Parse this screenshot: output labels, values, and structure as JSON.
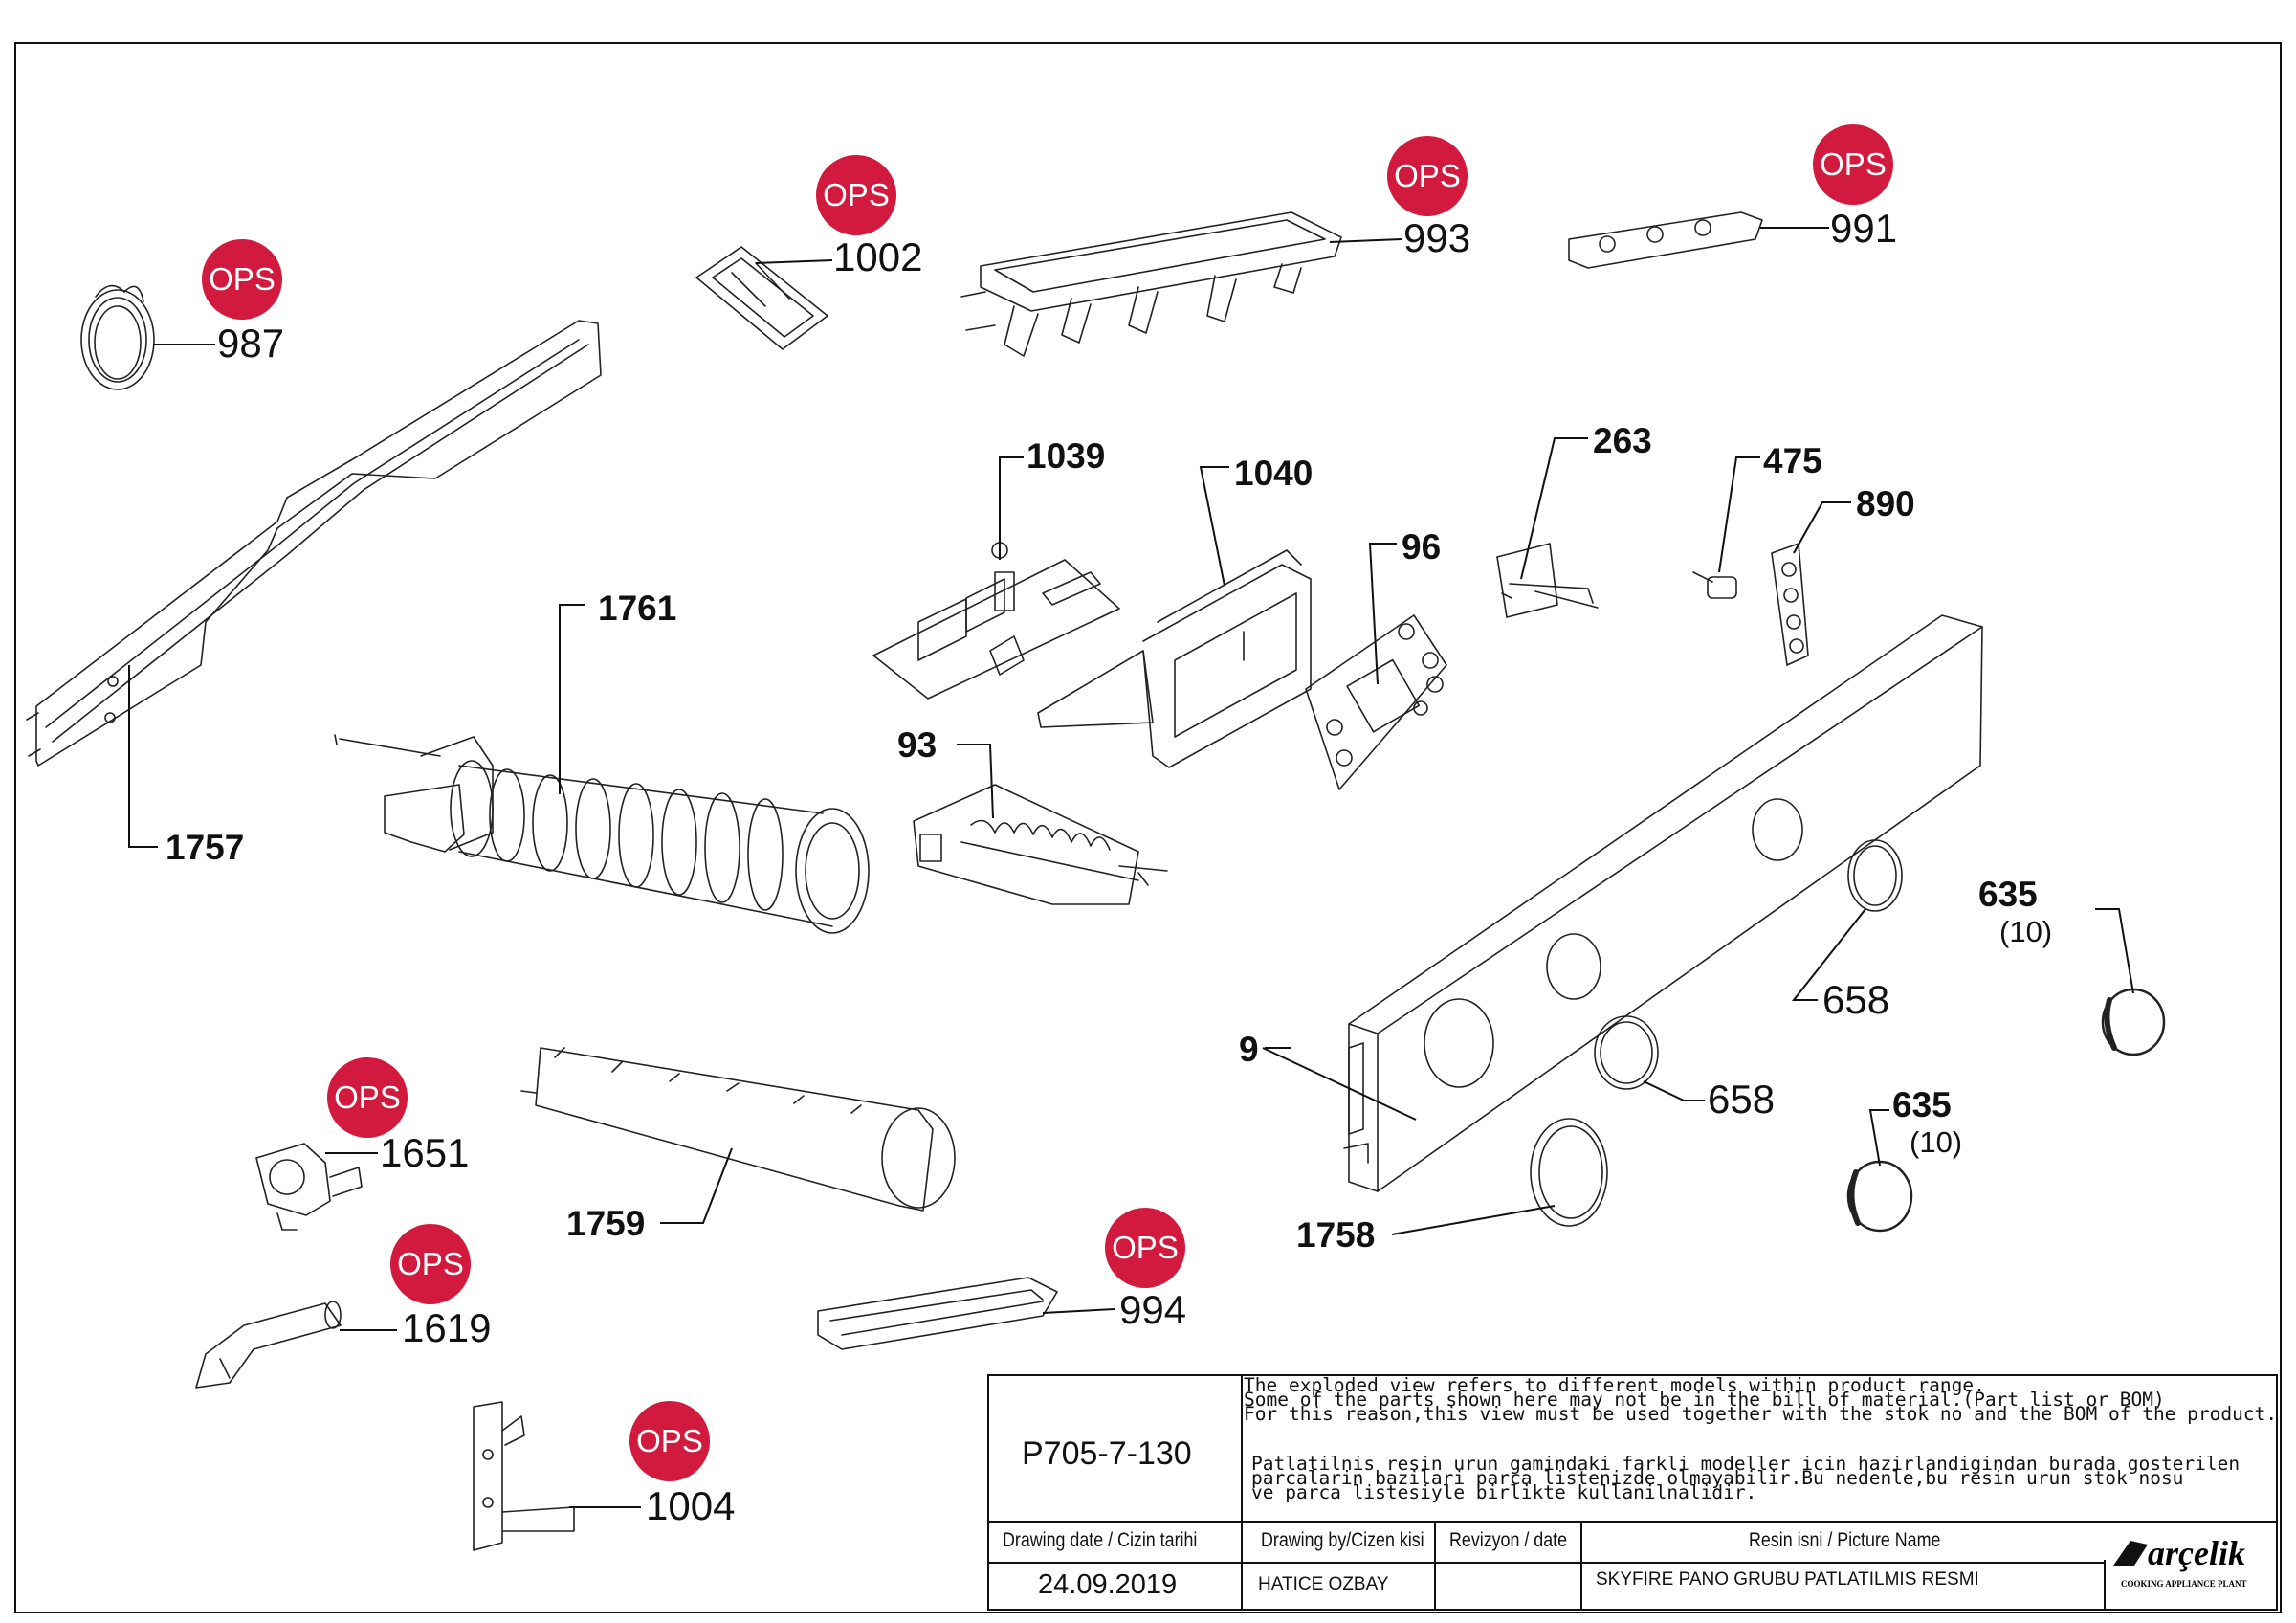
{
  "ops_badge_text": "OPS",
  "colors": {
    "ops_badge": "#d11a3e",
    "line": "#222222"
  },
  "parts": {
    "p987": "987",
    "p1002": "1002",
    "p993": "993",
    "p991": "991",
    "p1039": "1039",
    "p1040": "1040",
    "p263": "263",
    "p475": "475",
    "p890": "890",
    "p96": "96",
    "p1761": "1761",
    "p1757": "1757",
    "p93": "93",
    "p9": "9",
    "p658a": "658",
    "p658b": "658",
    "p635a": "635",
    "p635a_qty": "(10)",
    "p635b": "635",
    "p635b_qty": "(10)",
    "p1651": "1651",
    "p1759": "1759",
    "p1758": "1758",
    "p1619": "1619",
    "p994": "994",
    "p1004": "1004"
  },
  "title_block": {
    "drawing_number": "P705-7-130",
    "note_en": [
      "The exploded view refers to different models within product range.",
      "Some of the parts shown here may not be in the bill of material.(Part list or BOM)",
      "For this reason,this view must be used together with the stok no and the BOM of the product."
    ],
    "note_tr": [
      "Patlatilnis resin urun gamindaki farkli modeller icin hazirlandigindan burada gosterilen",
      "parcalarin bazilari parca listenizde olmayabilir.Bu nedenle,bu resin urun stok nosu",
      "ve parca listesiyle birlikte kullanilnalidir."
    ],
    "headers": {
      "drawing_date": "Drawing date / Cizin tarihi",
      "drawn_by": "Drawing by/Cizen kisi",
      "revision": "Revizyon / date",
      "picture_name": "Resin isni / Picture Name"
    },
    "values": {
      "drawing_date": "24.09.2019",
      "drawn_by": "HATICE OZBAY",
      "revision": "",
      "picture_name": "SKYFIRE PANO GRUBU PATLATILMIS RESMI"
    },
    "logo_name": "arçelik",
    "logo_sub": "COOKING APPLIANCE PLANT"
  }
}
